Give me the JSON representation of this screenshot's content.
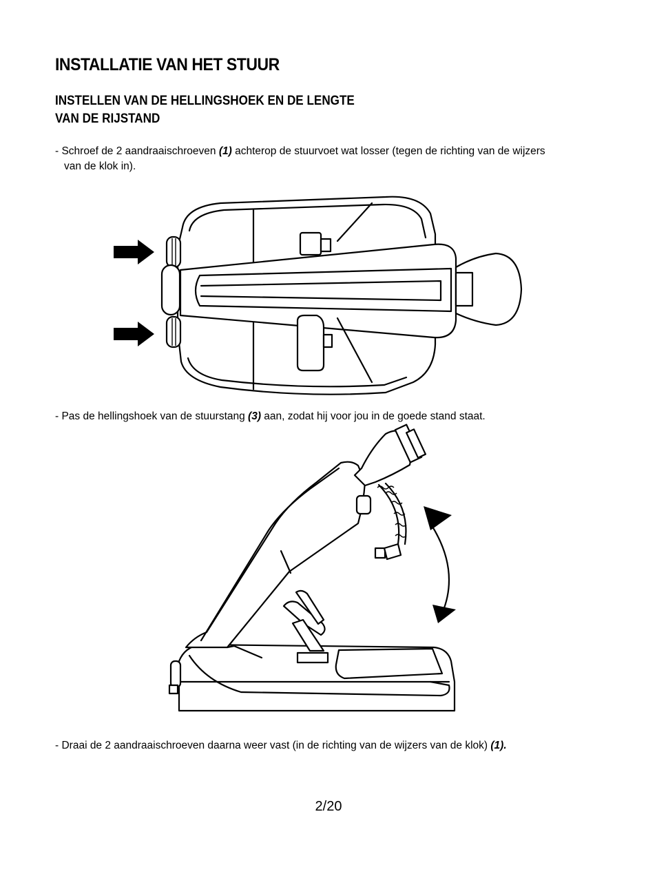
{
  "heading": "INSTALLATIE VAN HET STUUR",
  "subheading": {
    "line1": "INSTELLEN VAN DE HELLINGSHOEK EN DE LENGTE",
    "line2": "VAN DE RIJSTAND"
  },
  "step1": {
    "before": "- Schroef de 2 aandraaischroeven ",
    "ref": "(1)",
    "after": " achterop de stuurvoet wat losser (tegen de richting van de wijzers",
    "line2": "van de klok in)."
  },
  "step2": {
    "before": "- Pas de hellingshoek van de stuurstang ",
    "ref": "(3)",
    "after": " aan, zodat hij voor jou in de goede stand staat."
  },
  "step3": {
    "before": "- Draai de 2 aandraaischroeven daarna weer vast (in de richting van de wijzers van de klok) ",
    "ref": "(1)."
  },
  "page_number": "2/20"
}
